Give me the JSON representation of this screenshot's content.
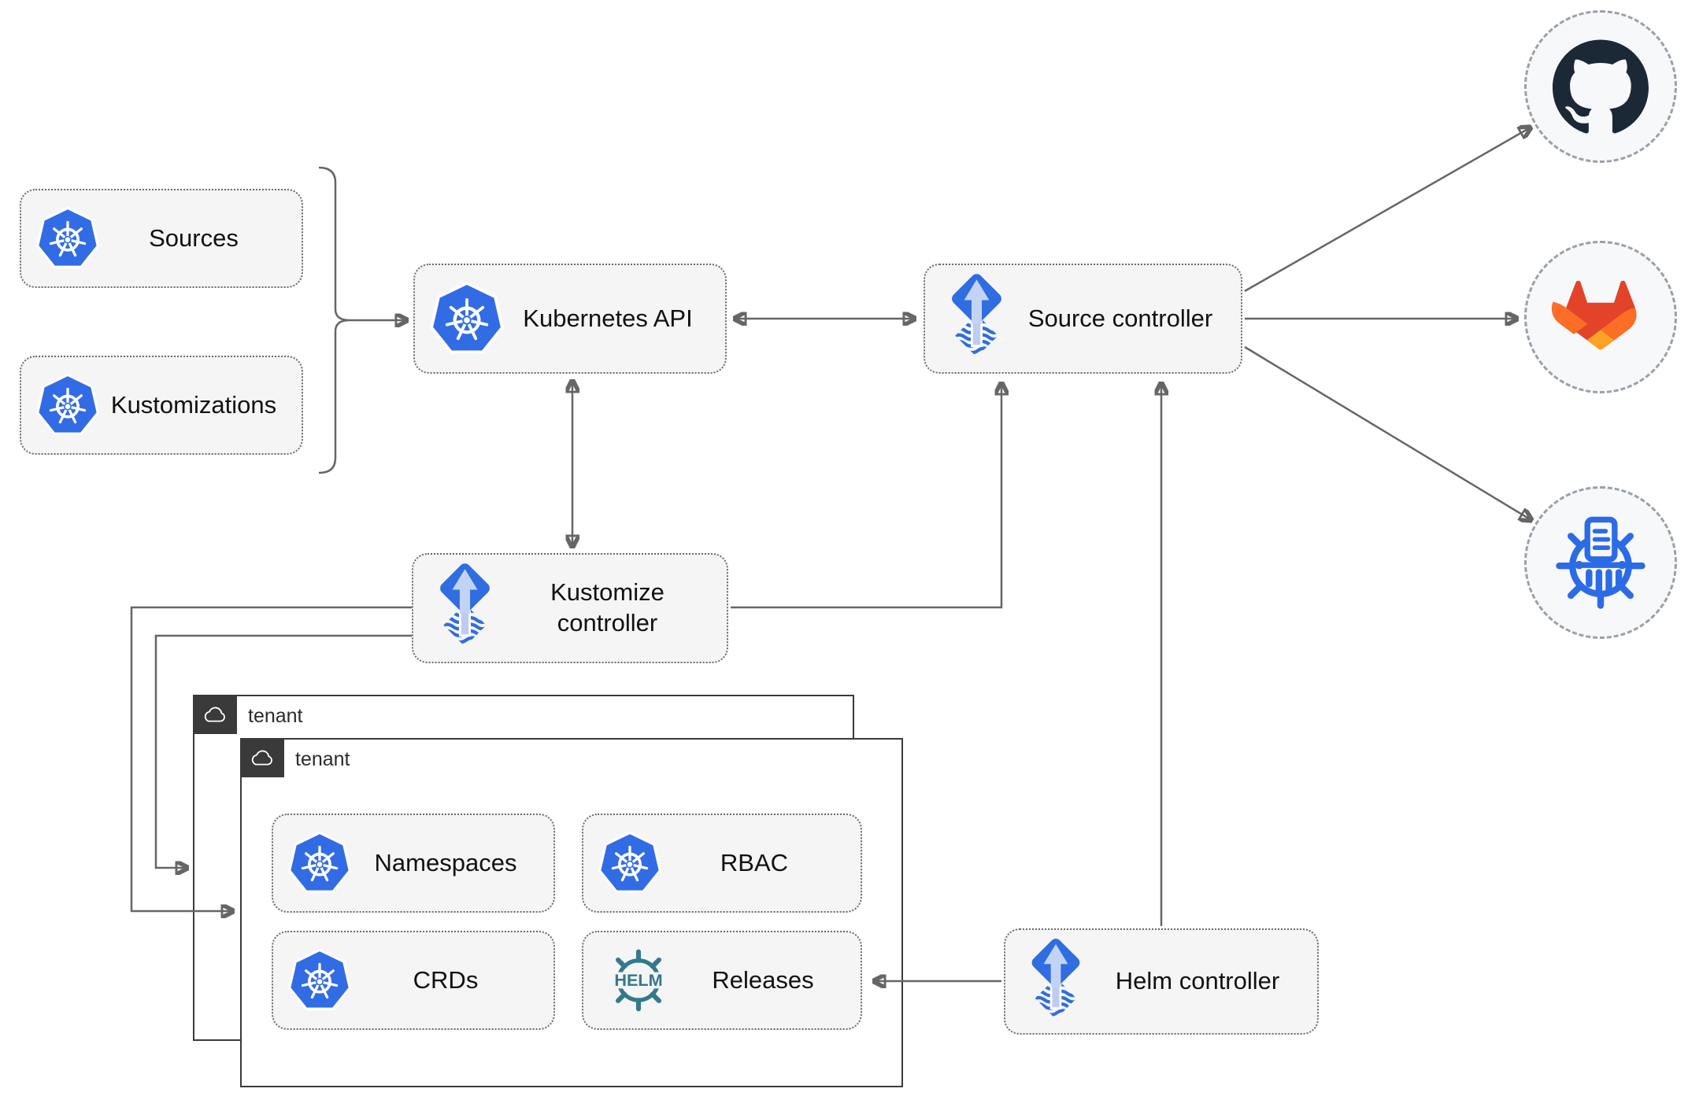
{
  "nodes": {
    "sources": {
      "label": "Sources"
    },
    "kustomizations": {
      "label": "Kustomizations"
    },
    "kubernetes_api": {
      "label": "Kubernetes API"
    },
    "source_controller": {
      "label": "Source controller"
    },
    "kustomize_controller": {
      "label": "Kustomize controller"
    },
    "helm_controller": {
      "label": "Helm controller"
    },
    "namespaces": {
      "label": "Namespaces"
    },
    "rbac": {
      "label": "RBAC"
    },
    "crds": {
      "label": "CRDs"
    },
    "releases": {
      "label": "Releases"
    }
  },
  "tenants": {
    "back": {
      "label": "tenant"
    },
    "front": {
      "label": "tenant"
    }
  },
  "icons": {
    "helm_text": "HELM",
    "kubernetes": "kubernetes-icon",
    "flux": "flux-icon",
    "github": "github-icon",
    "gitlab": "gitlab-icon",
    "helm_repository": "helm-repository-icon",
    "cloud": "cloud-icon"
  },
  "colors": {
    "box_fill": "#f5f5f5",
    "box_border": "#6b6b6b",
    "connector": "#666666",
    "tenant_border": "#3a3a3a",
    "tenant_tab": "#3a3a3a",
    "kubernetes_blue": "#326ce5",
    "flux_blue": "#2f6de0",
    "flux_arrow_light": "#bcccf2",
    "helm_teal": "#34788e",
    "github_dark": "#1b2836",
    "gitlab_red": "#e24329",
    "gitlab_orange": "#fc6d26",
    "gitlab_amber": "#fca326",
    "chartmuseum_blue": "#2b6be6",
    "circle_bg": "#f7f8fa",
    "circle_border": "#9aa0a6"
  }
}
